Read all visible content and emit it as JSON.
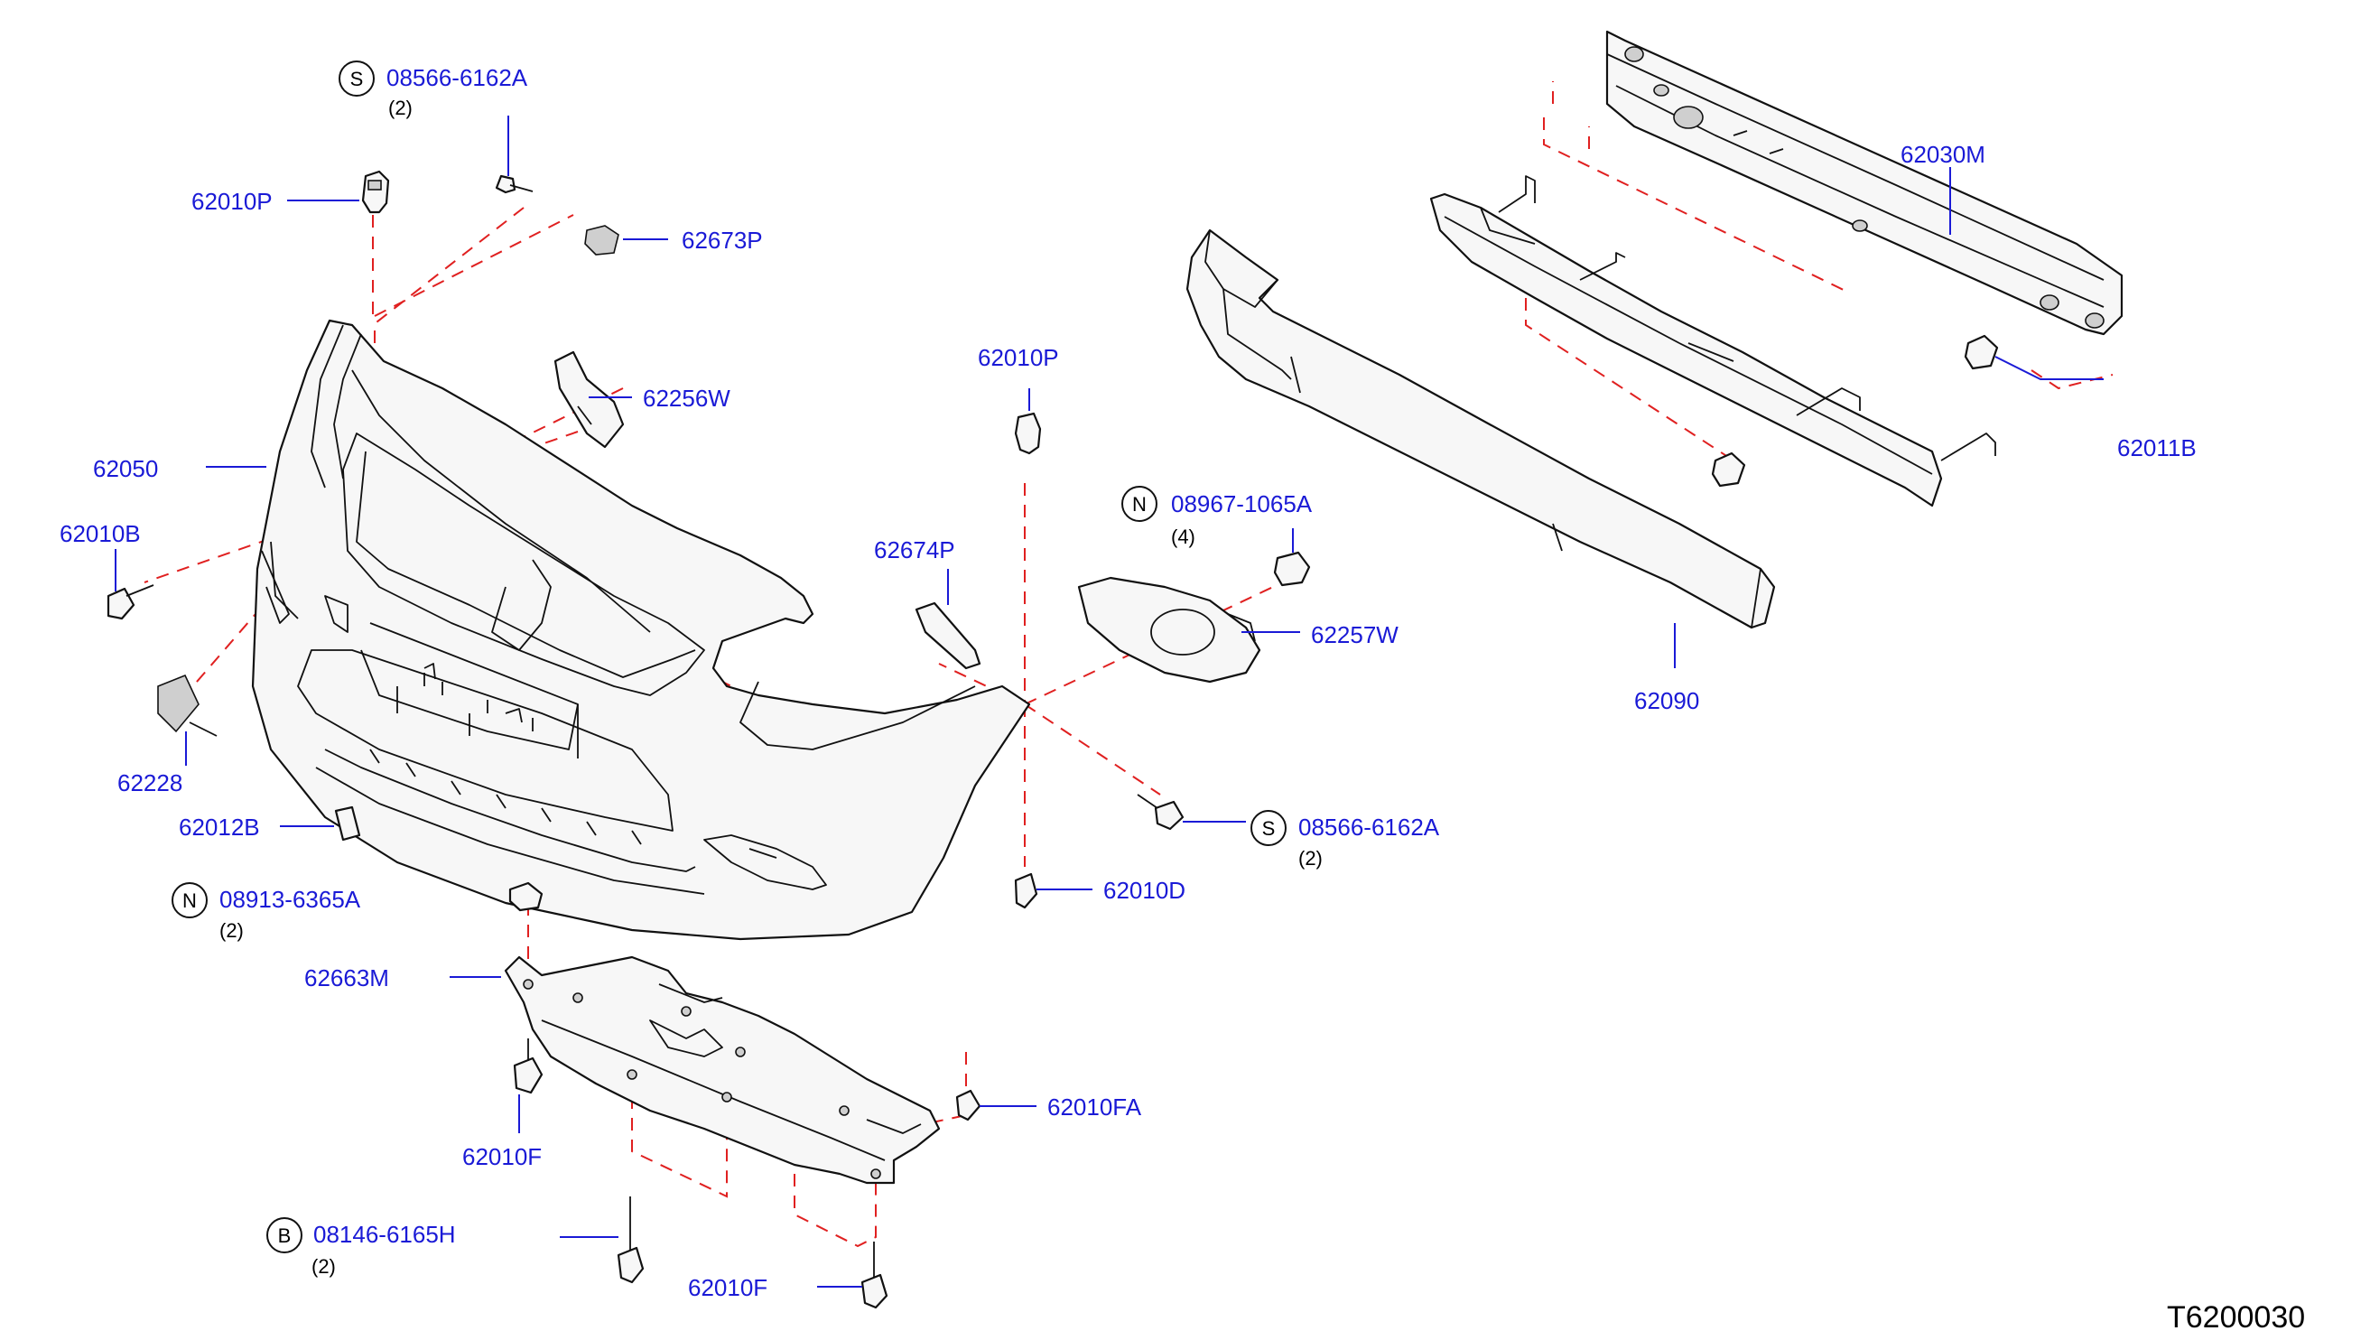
{
  "diagram": {
    "reference_code": "T6200030",
    "callouts": [
      {
        "part": "08566-6162A",
        "symbol": "S",
        "qty": "(2)"
      },
      {
        "part": "62010P"
      },
      {
        "part": "62673P"
      },
      {
        "part": "62256W"
      },
      {
        "part": "62050"
      },
      {
        "part": "62010B"
      },
      {
        "part": "62228"
      },
      {
        "part": "62012B"
      },
      {
        "part": "08913-6365A",
        "symbol": "N",
        "qty": "(2)"
      },
      {
        "part": "62663M"
      },
      {
        "part": "62010F"
      },
      {
        "part": "08146-6165H",
        "symbol": "B",
        "qty": "(2)"
      },
      {
        "part": "62010F"
      },
      {
        "part": "62010FA"
      },
      {
        "part": "62010D"
      },
      {
        "part": "08566-6162A",
        "symbol": "S",
        "qty": "(2)"
      },
      {
        "part": "62674P"
      },
      {
        "part": "62010P"
      },
      {
        "part": "08967-1065A",
        "symbol": "N",
        "qty": "(4)"
      },
      {
        "part": "62257W"
      },
      {
        "part": "62090"
      },
      {
        "part": "62030M"
      },
      {
        "part": "62011B"
      }
    ]
  }
}
